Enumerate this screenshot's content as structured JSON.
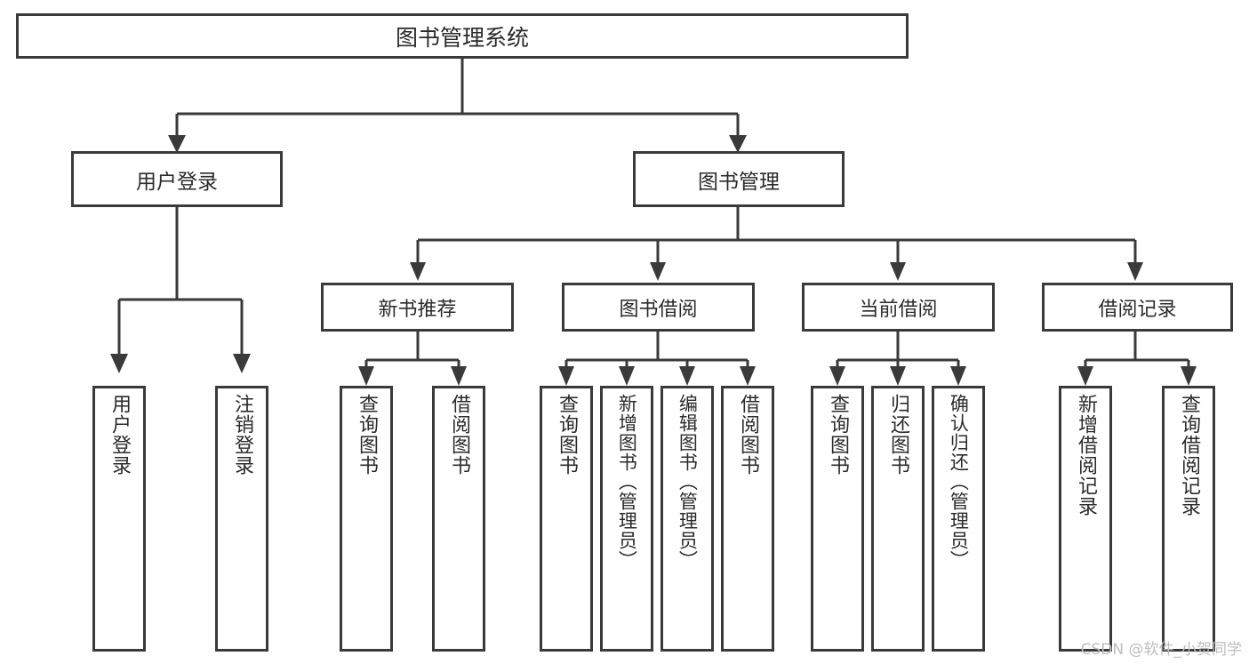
{
  "diagram": {
    "title": "图书管理系统",
    "type": "tree",
    "root": {
      "id": "root",
      "label": "图书管理系统"
    },
    "level1": [
      {
        "id": "user-login",
        "label": "用户登录"
      },
      {
        "id": "book-manage",
        "label": "图书管理"
      }
    ],
    "level2": [
      {
        "id": "new-book-recommend",
        "label": "新书推荐",
        "parent": "book-manage"
      },
      {
        "id": "book-borrow",
        "label": "图书借阅",
        "parent": "book-manage"
      },
      {
        "id": "current-borrow",
        "label": "当前借阅",
        "parent": "book-manage"
      },
      {
        "id": "borrow-record",
        "label": "借阅记录",
        "parent": "book-manage"
      }
    ],
    "leaves": [
      {
        "id": "leaf-user-login",
        "label": "用户登录",
        "parent": "user-login"
      },
      {
        "id": "leaf-user-logout",
        "label": "注销登录",
        "parent": "user-login"
      },
      {
        "id": "leaf-rec-query",
        "label": "查询图书",
        "parent": "new-book-recommend"
      },
      {
        "id": "leaf-rec-borrow",
        "label": "借阅图书",
        "parent": "new-book-recommend"
      },
      {
        "id": "leaf-borrow-query",
        "label": "查询图书",
        "parent": "book-borrow"
      },
      {
        "id": "leaf-borrow-add",
        "label": "新增图书（管理员）",
        "parent": "book-borrow"
      },
      {
        "id": "leaf-borrow-edit",
        "label": "编辑图书（管理员）",
        "parent": "book-borrow"
      },
      {
        "id": "leaf-borrow-lend",
        "label": "借阅图书",
        "parent": "book-borrow"
      },
      {
        "id": "leaf-cur-query",
        "label": "查询图书",
        "parent": "current-borrow"
      },
      {
        "id": "leaf-cur-return",
        "label": "归还图书",
        "parent": "current-borrow"
      },
      {
        "id": "leaf-cur-confirm",
        "label": "确认归还（管理员）",
        "parent": "current-borrow"
      },
      {
        "id": "leaf-rec-add",
        "label": "新增借阅记录",
        "parent": "borrow-record"
      },
      {
        "id": "leaf-rec-query-record",
        "label": "查询借阅记录",
        "parent": "borrow-record"
      }
    ]
  },
  "watermark": {
    "text": "CSDN @软件_小贺同学"
  },
  "colors": {
    "stroke": "#3a3a3a",
    "background": "#ffffff",
    "text": "#2b2b2b",
    "watermark": "#bdbdbd"
  }
}
